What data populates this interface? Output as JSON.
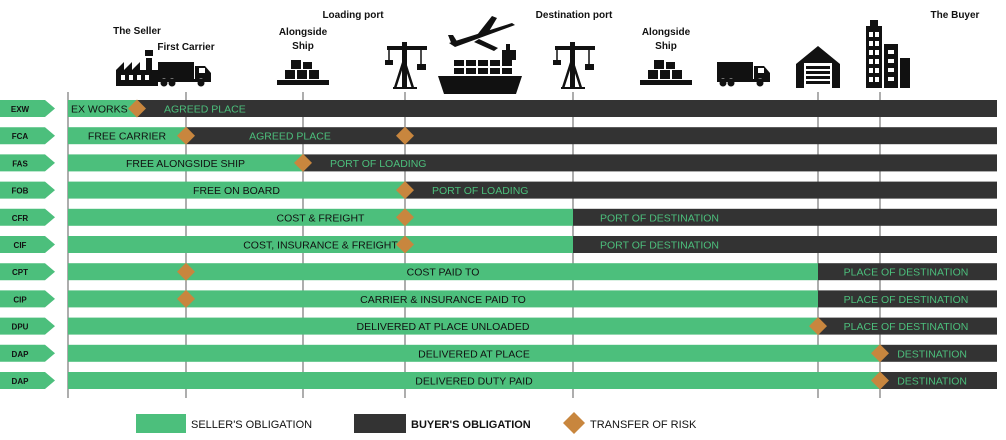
{
  "colors": {
    "seller": "#4cbf7c",
    "buyer": "#333333",
    "risk": "#c8863e",
    "header_text": "#111111",
    "seller_text": "#111111",
    "buyer_text": "#4cbf7c"
  },
  "headers": [
    {
      "id": "seller",
      "label": "The Seller",
      "icon": "factory-icon"
    },
    {
      "id": "carrier",
      "label": "First Carrier",
      "icon": "truck-icon"
    },
    {
      "id": "alongside1",
      "label": "Alongside Ship",
      "icon": "cargo-boxes-icon"
    },
    {
      "id": "loadport",
      "label": "Loading port",
      "icon": "port-crane-icon"
    },
    {
      "id": "transport",
      "label": "",
      "icon": "plane-and-ship-icon"
    },
    {
      "id": "destport",
      "label": "Destination port",
      "icon": "port-crane-icon"
    },
    {
      "id": "alongside2",
      "label": "Alongside Ship",
      "icon": "cargo-boxes-icon"
    },
    {
      "id": "truck2",
      "label": "",
      "icon": "truck-icon"
    },
    {
      "id": "warehouse",
      "label": "",
      "icon": "warehouse-icon"
    },
    {
      "id": "buyer",
      "label": "The Buyer",
      "icon": "office-building-icon"
    }
  ],
  "rows": [
    {
      "code": "EXW",
      "seller_text": "EX WORKS",
      "buyer_text": "AGREED PLACE",
      "seller_end": "seller",
      "risk": [
        "seller"
      ]
    },
    {
      "code": "FCA",
      "seller_text": "FREE CARRIER",
      "buyer_text": "AGREED PLACE",
      "seller_end": "carrier",
      "risk": [
        "carrier",
        "loadport"
      ]
    },
    {
      "code": "FAS",
      "seller_text": "FREE ALONGSIDE SHIP",
      "buyer_text": "PORT OF LOADING",
      "seller_end": "alongside1",
      "risk": [
        "alongside1"
      ]
    },
    {
      "code": "FOB",
      "seller_text": "FREE ON BOARD",
      "buyer_text": "PORT OF LOADING",
      "seller_end": "loadport",
      "risk": [
        "loadport"
      ]
    },
    {
      "code": "CFR",
      "seller_text": "COST & FREIGHT",
      "buyer_text": "PORT OF DESTINATION",
      "seller_end": "destport",
      "risk": [
        "loadport"
      ]
    },
    {
      "code": "CIF",
      "seller_text": "COST, INSURANCE & FREIGHT",
      "buyer_text": "PORT OF DESTINATION",
      "seller_end": "destport",
      "risk": [
        "loadport"
      ]
    },
    {
      "code": "CPT",
      "seller_text": "COST PAID TO",
      "buyer_text": "PLACE OF DESTINATION",
      "seller_end": "warehouse",
      "risk": [
        "carrier"
      ]
    },
    {
      "code": "CIP",
      "seller_text": "CARRIER & INSURANCE PAID TO",
      "buyer_text": "PLACE OF DESTINATION",
      "seller_end": "warehouse",
      "risk": [
        "carrier"
      ]
    },
    {
      "code": "DPU",
      "seller_text": "DELIVERED AT PLACE UNLOADED",
      "buyer_text": "PLACE OF DESTINATION",
      "seller_end": "warehouse",
      "risk": [
        "warehouse"
      ]
    },
    {
      "code": "DAP",
      "seller_text": "DELIVERED AT PLACE",
      "buyer_text": "DESTINATION",
      "seller_end": "buyer",
      "risk": [
        "buyer"
      ]
    },
    {
      "code": "DAP",
      "seller_text": "DELIVERED DUTY PAID",
      "buyer_text": "DESTINATION",
      "seller_end": "buyer",
      "risk": [
        "buyer"
      ]
    }
  ],
  "legend": {
    "seller": "SELLER'S OBLIGATION",
    "buyer": "BUYER'S OBLIGATION",
    "risk": "TRANSFER OF RISK"
  }
}
